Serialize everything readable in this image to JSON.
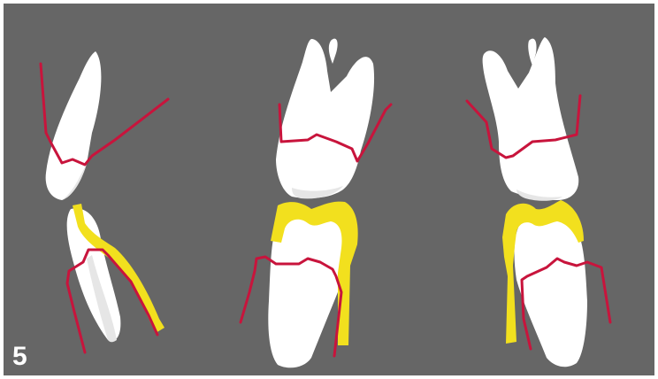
{
  "figure": {
    "number_label": "5"
  },
  "colors": {
    "background": "#666666",
    "tooth": "#ffffff",
    "tooth_shadow": "#e6e6e6",
    "root_line": "#c8143c",
    "contact_band": "#f2e01e"
  },
  "drawings": [
    {
      "name": "left-tooth-pair"
    },
    {
      "name": "middle-tooth-pair"
    },
    {
      "name": "right-tooth-pair"
    }
  ]
}
